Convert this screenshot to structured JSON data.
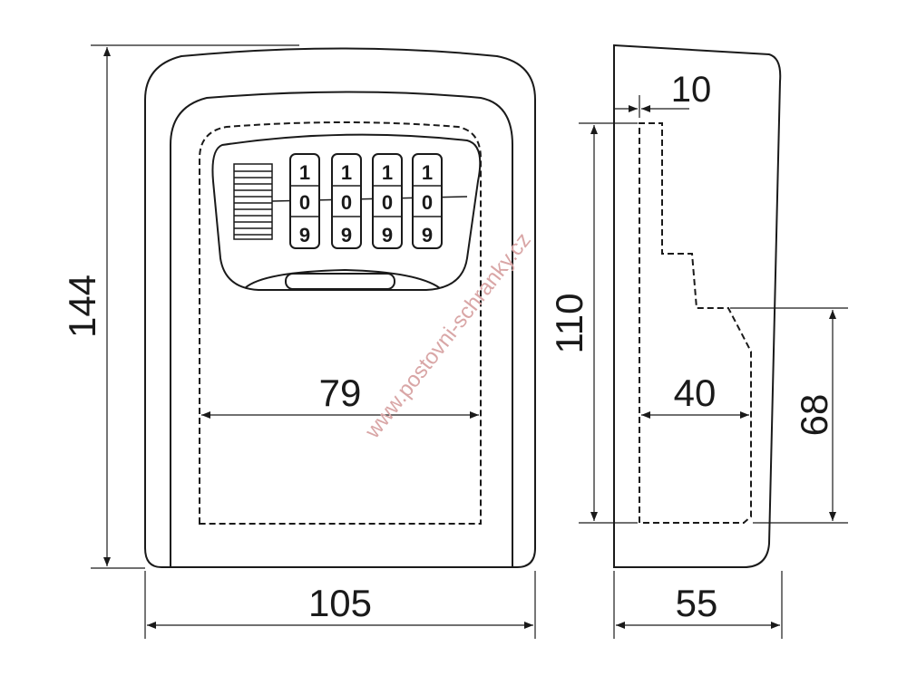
{
  "dimensions": {
    "front_height": "144",
    "front_width": "105",
    "inner_width": "79",
    "side_height": "110",
    "side_width": "55",
    "wall": "10",
    "depth": "40",
    "lower_height": "68"
  },
  "dials": [
    {
      "top": "1",
      "middle": "0",
      "bottom": "9"
    },
    {
      "top": "1",
      "middle": "0",
      "bottom": "9"
    },
    {
      "top": "1",
      "middle": "0",
      "bottom": "9"
    },
    {
      "top": "1",
      "middle": "0",
      "bottom": "9"
    }
  ],
  "watermark": "www.postovni-schranky.cz",
  "colors": {
    "line": "#1a1a1a",
    "body_fill": "#ffffff",
    "watermark": "#d9a6a6"
  }
}
